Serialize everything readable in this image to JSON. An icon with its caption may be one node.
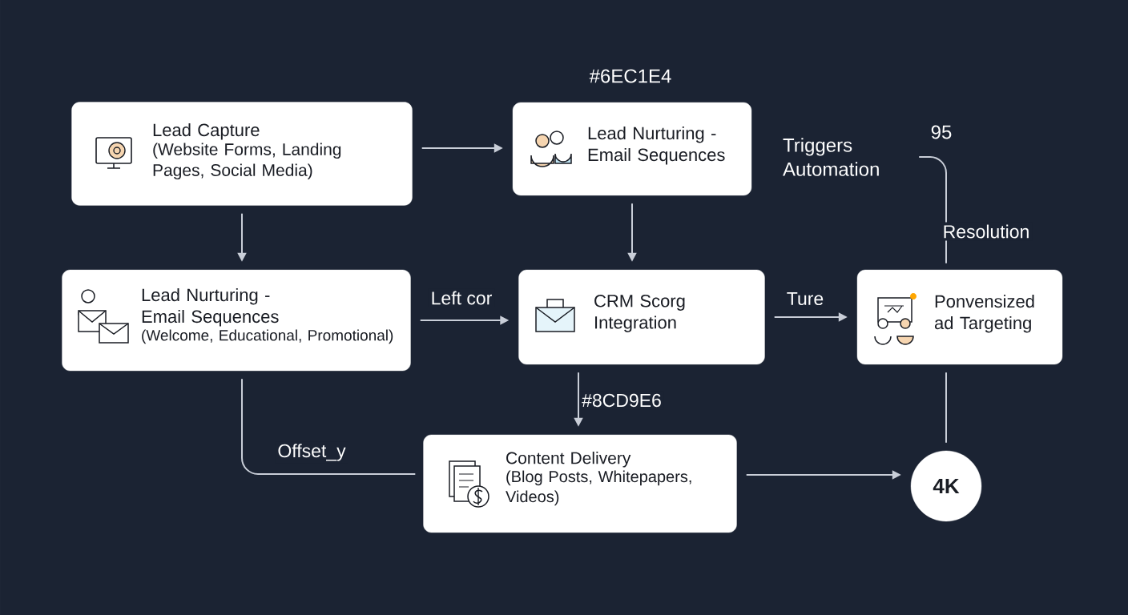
{
  "diagram": {
    "nodes": [
      {
        "text": [
          "Lead Capture",
          "(Website Forms, Landing Pages, Social Media)"
        ]
      },
      {
        "text": [
          "Lead Nurturing - Email Sequences"
        ]
      },
      {
        "text": [
          "Triggers Automation"
        ]
      },
      {
        "text": [
          "Lead Nurturing - Email Sequences",
          "(Welcome, Educational, Promotional)"
        ]
      },
      {
        "text": [
          "CRM Scorg Integration"
        ]
      },
      {
        "text": [
          "Ponvensized ad Targeting"
        ]
      },
      {
        "text": [
          "Content Delivery",
          "(Blog Posts, Whitepapers, Videos)"
        ]
      },
      {
        "text": [
          "4K"
        ]
      }
    ],
    "edges": [
      {
        "from": 0,
        "to": 1,
        "arrow": "to"
      },
      {
        "from": 0,
        "to": 3,
        "arrow": "to"
      },
      {
        "from": 1,
        "to": 4,
        "arrow": "to"
      },
      {
        "from": 2,
        "to": 5,
        "arrow": "none",
        "label": "Resolution"
      },
      {
        "from": 3,
        "to": 4,
        "arrow": "to",
        "label": "Left cor"
      },
      {
        "from": 4,
        "to": 5,
        "arrow": "to",
        "label": "Ture"
      },
      {
        "from": 4,
        "to": 6,
        "arrow": "to",
        "label": "#8CD9E6"
      },
      {
        "from": 3,
        "to": 6,
        "arrow": "none",
        "label": "Offset_y"
      },
      {
        "from": 5,
        "to": 7,
        "arrow": "none"
      },
      {
        "from": 6,
        "to": 7,
        "arrow": "to"
      }
    ],
    "labels": [
      "#6EC1E4",
      "95"
    ]
  }
}
